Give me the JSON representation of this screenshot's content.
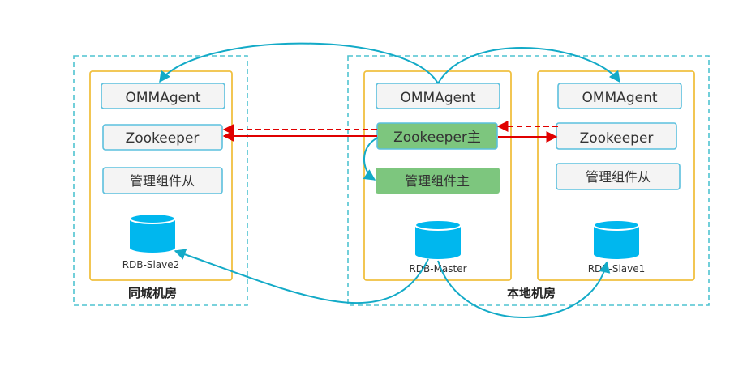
{
  "rooms": {
    "same_city": {
      "label": "同城机房"
    },
    "local": {
      "label": "本地机房"
    }
  },
  "nodes": {
    "left": {
      "agent": "OMMAgent",
      "zookeeper": "Zookeeper",
      "manager": "管理组件从",
      "db": "RDB-Slave2"
    },
    "middle": {
      "agent": "OMMAgent",
      "zookeeper": "Zookeeper主",
      "manager": "管理组件主",
      "db": "RDB-Master"
    },
    "right": {
      "agent": "OMMAgent",
      "zookeeper": "Zookeeper",
      "manager": "管理组件从",
      "db": "RDB-Slave1"
    }
  },
  "colors": {
    "dashed_border": "#4fc3d0",
    "node_border": "#f0c040",
    "box_border": "#5bc0de",
    "box_fill": "#f4f4f4",
    "master_fill": "#7dc67e",
    "db_fill": "#00b7ee",
    "arrow_red": "#e00000",
    "arrow_teal": "#13aac7"
  }
}
